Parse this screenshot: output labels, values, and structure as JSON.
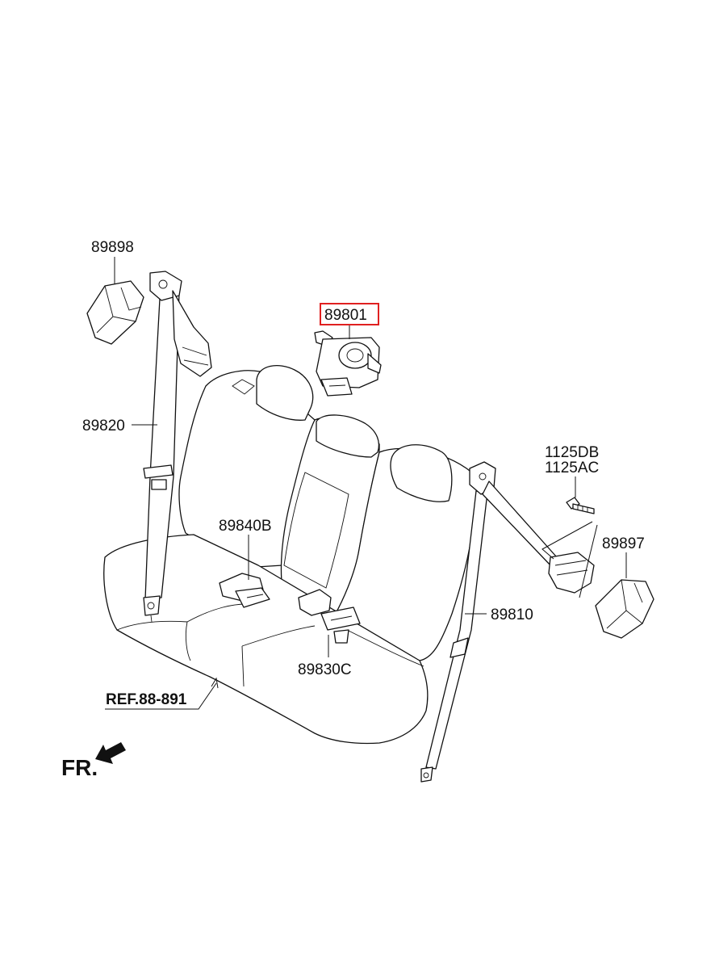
{
  "labels": {
    "p89898": "89898",
    "p89801": "89801",
    "p89820": "89820",
    "p1125db": "1125DB",
    "p1125ac": "1125AC",
    "p89840b": "89840B",
    "p89897": "89897",
    "p89810": "89810",
    "p89830c": "89830C"
  },
  "reference": "REF.88-891",
  "front_marker": "FR.",
  "highlight_color": "#e02020"
}
